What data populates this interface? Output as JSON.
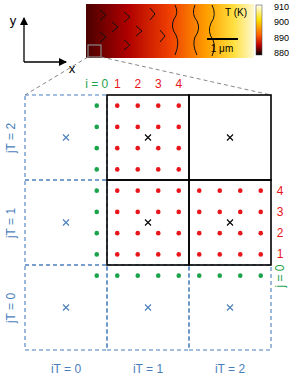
{
  "diagram": {
    "labels": [
      "y",
      "x",
      "910",
      "900",
      "890",
      "880",
      "T (K)",
      "1 μm",
      "i = 0",
      "1",
      "2",
      "3",
      "4",
      "1",
      "2",
      "3",
      "4",
      "j = 0",
      "jT = 2",
      "jT = 1",
      "jT = 0",
      "iT = 0",
      "iT = 1",
      "iT = 2"
    ]
  }
}
